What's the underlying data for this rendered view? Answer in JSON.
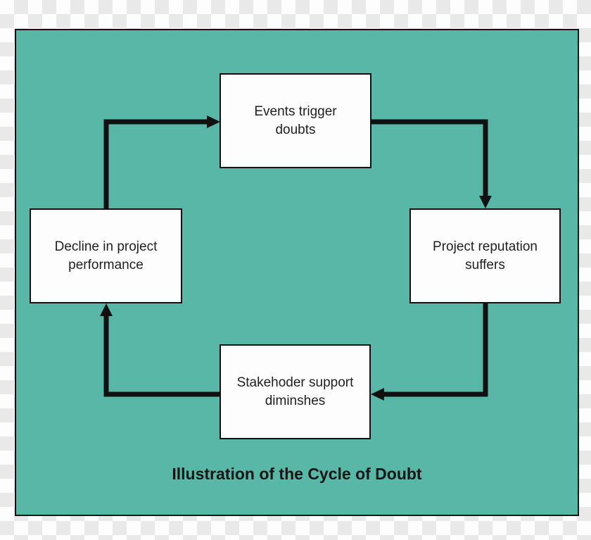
{
  "diagram": {
    "title": "Illustration of the Cycle of Doubt",
    "nodes": [
      {
        "id": "events",
        "label": "Events trigger doubts",
        "lines": [
          "Events trigger",
          "doubts"
        ]
      },
      {
        "id": "reputation",
        "label": "Project reputation suffers",
        "lines": [
          "Project reputation",
          "suffers"
        ]
      },
      {
        "id": "stakeholder",
        "label": "Stakehoder support diminshes",
        "lines": [
          "Stakehoder support",
          "diminshes"
        ]
      },
      {
        "id": "decline",
        "label": "Decline in project performance",
        "lines": [
          "Decline in project",
          "performance"
        ]
      }
    ],
    "edges": [
      {
        "from": "decline",
        "to": "events"
      },
      {
        "from": "events",
        "to": "reputation"
      },
      {
        "from": "reputation",
        "to": "stakeholder"
      },
      {
        "from": "stakeholder",
        "to": "decline"
      }
    ],
    "colors": {
      "canvas": "#58b7a6",
      "node_fill": "#fdfdfd",
      "stroke": "#111111",
      "checker_light": "#fdfdfd",
      "checker_dark": "#e9e9e9"
    }
  }
}
